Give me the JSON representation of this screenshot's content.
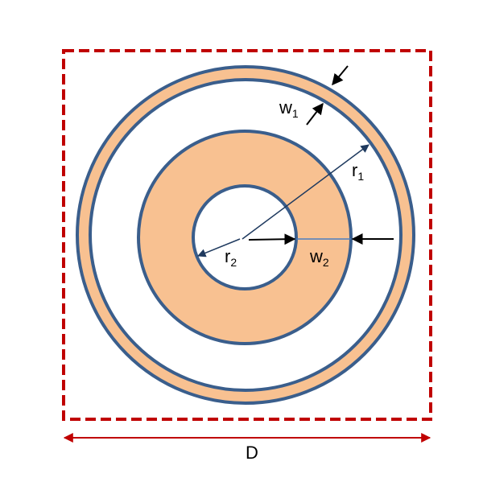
{
  "labels": {
    "w1": "w",
    "w1_sub": "1",
    "r1": "r",
    "r1_sub": "1",
    "r2": "r",
    "r2_sub": "2",
    "w2": "w",
    "w2_sub": "2",
    "D": "D"
  },
  "colors": {
    "ring_fill": "#F8C191",
    "ring_stroke": "#3A5E8C",
    "boundary": "#C00000",
    "arrow": "#000000",
    "radius_arrow": "#1F3A5F"
  }
}
